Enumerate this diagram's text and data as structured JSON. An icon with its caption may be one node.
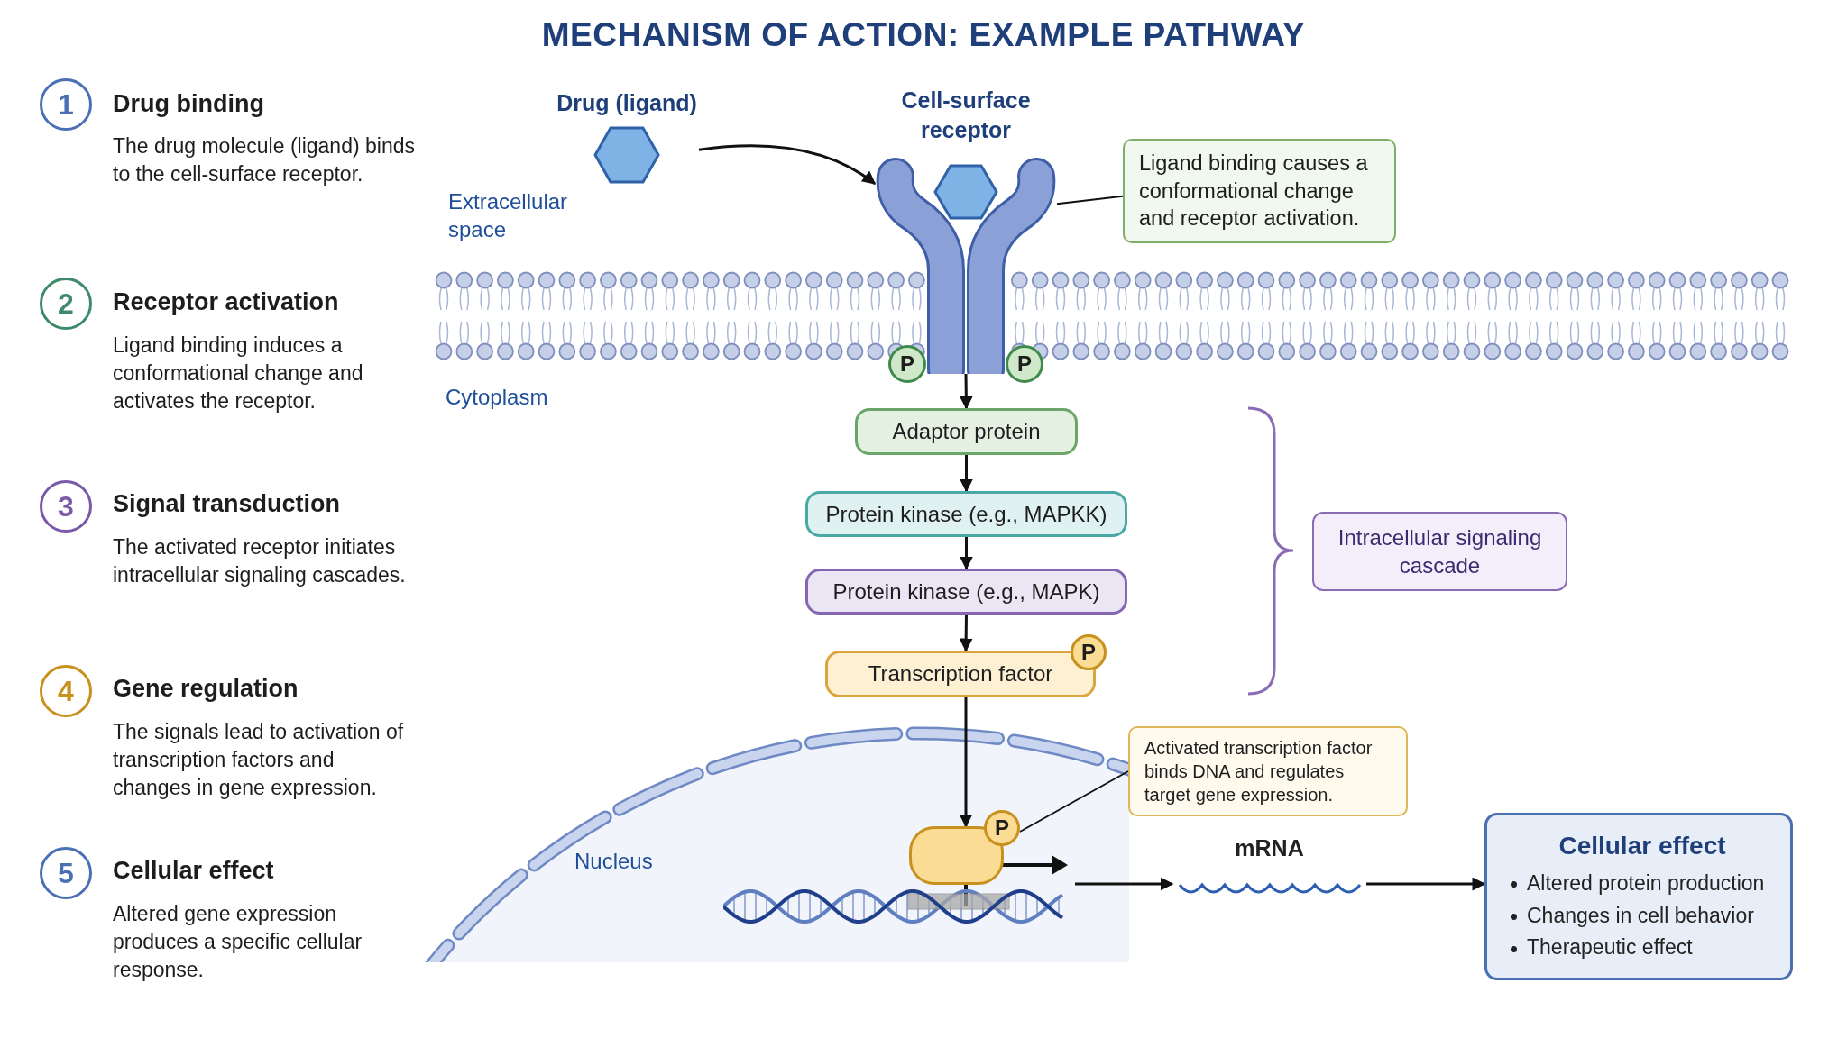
{
  "diagram": {
    "title": "MECHANISM OF ACTION: EXAMPLE PATHWAY",
    "nodes": [
      {
        "text": [
          "1"
        ],
        "beside": [
          "Drug binding",
          "The drug molecule (ligand) binds to the cell-surface receptor."
        ]
      },
      {
        "text": [
          "2"
        ],
        "beside": [
          "Receptor activation",
          "Ligand binding induces a conformational change and activates the receptor."
        ]
      },
      {
        "text": [
          "3"
        ],
        "beside": [
          "Signal transduction",
          "The activated receptor initiates intracellular signaling cascades."
        ]
      },
      {
        "text": [
          "4"
        ],
        "beside": [
          "Gene regulation",
          "The signals lead to activation of transcription factors and changes in gene expression."
        ]
      },
      {
        "text": [
          "5"
        ],
        "beside": [
          "Cellular effect",
          "Altered gene expression produces a specific cellular response."
        ]
      },
      {
        "text": [
          "Drug (ligand)"
        ]
      },
      {
        "text": [
          "Cell-surface receptor"
        ]
      },
      {
        "text": [
          "Ligand binding causes a conformational change and receptor activation."
        ]
      },
      {
        "text": [
          "P"
        ]
      },
      {
        "text": [
          "P"
        ]
      },
      {
        "text": [
          "Adaptor protein"
        ]
      },
      {
        "text": [
          "Protein kinase (e.g., MAPKK)"
        ]
      },
      {
        "text": [
          "Protein kinase (e.g., MAPK)"
        ]
      },
      {
        "text": [
          "Transcription factor"
        ]
      },
      {
        "text": [
          "P"
        ]
      },
      {
        "text": [
          "Intracellular signaling cascade"
        ]
      },
      {
        "text": [
          "Activated transcription factor binds DNA and regulates target gene expression."
        ]
      },
      {
        "text": [],
        "shape": "box"
      },
      {
        "text": [
          "P"
        ]
      },
      {
        "text": [],
        "shape": "picture"
      },
      {
        "text": [
          "mRNA"
        ]
      },
      {
        "text": [
          "Cellular effect",
          "Altered protein production",
          "Changes in cell behavior",
          "Therapeutic effect"
        ]
      }
    ],
    "edges": [
      {
        "from": 5,
        "to": 6,
        "arrow": "to"
      },
      {
        "from": 7,
        "to": 6,
        "arrow": "none"
      },
      {
        "from": 6,
        "to": 10,
        "arrow": "to"
      },
      {
        "from": 10,
        "to": 11,
        "arrow": "to"
      },
      {
        "from": 11,
        "to": 12,
        "arrow": "to"
      },
      {
        "from": 12,
        "to": 13,
        "arrow": "to"
      },
      {
        "from": 13,
        "to": 17,
        "arrow": "to"
      },
      {
        "from": 16,
        "to": 18,
        "arrow": "none"
      },
      {
        "from": 19,
        "to": 20,
        "arrow": "to"
      },
      {
        "from": 20,
        "to": 21,
        "arrow": "to"
      }
    ],
    "labels": [
      "Extracellular space",
      "Cytoplasm",
      "Nucleus"
    ]
  }
}
